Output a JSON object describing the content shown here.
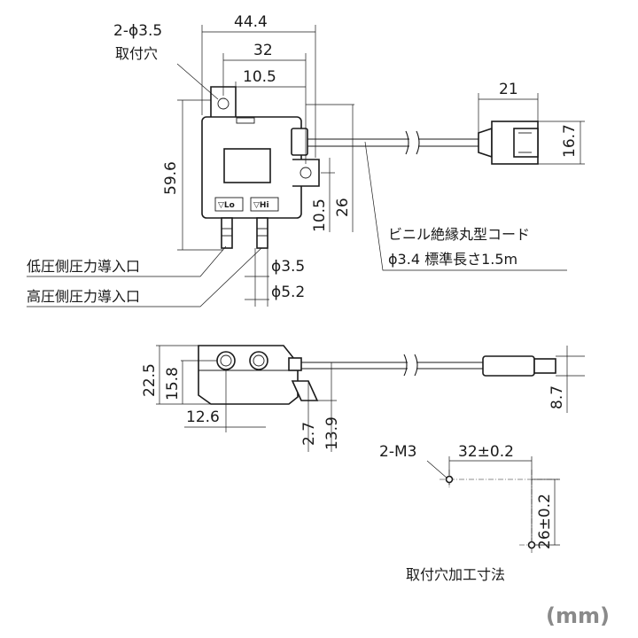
{
  "dimensions": {
    "width_overall": "44.4",
    "hole_pitch": "32",
    "hole_offset": "10.5",
    "mount_hole_spec": "2-ϕ3.5",
    "mount_hole_label": "取付穴",
    "height_overall": "59.6",
    "connector_width": "21",
    "connector_height": "16.7",
    "cable_offset_a": "10.5",
    "cable_offset_b": "26",
    "port_dia_inner": "ϕ3.5",
    "port_dia_outer": "ϕ5.2",
    "depth_overall": "22.5",
    "depth_body": "15.8",
    "port_offset": "12.6",
    "flange_thickness": "2.7",
    "flange_height": "13.9",
    "cable_dia_side": "8.7"
  },
  "labels": {
    "low_port": "低圧側圧力導入口",
    "high_port": "高圧側圧力導入口",
    "cord_line1": "ビニル絶縁丸型コード",
    "cord_line2": "ϕ3.4 標準長さ1.5m",
    "lo_mark": "▽Lo",
    "hi_mark": "▽Hi"
  },
  "mounting": {
    "screw_spec": "2-M3",
    "pitch_x": "32±0.2",
    "pitch_y": "26±0.2",
    "caption": "取付穴加工寸法"
  },
  "unit": "(mm)"
}
